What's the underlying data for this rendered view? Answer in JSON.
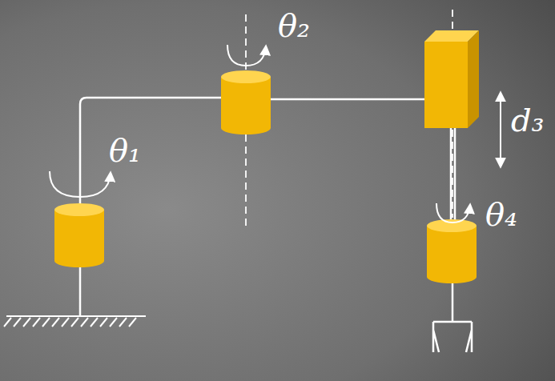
{
  "diagram": {
    "labels": [
      "θ₁",
      "θ₂",
      "d₃",
      "θ₄"
    ]
  }
}
